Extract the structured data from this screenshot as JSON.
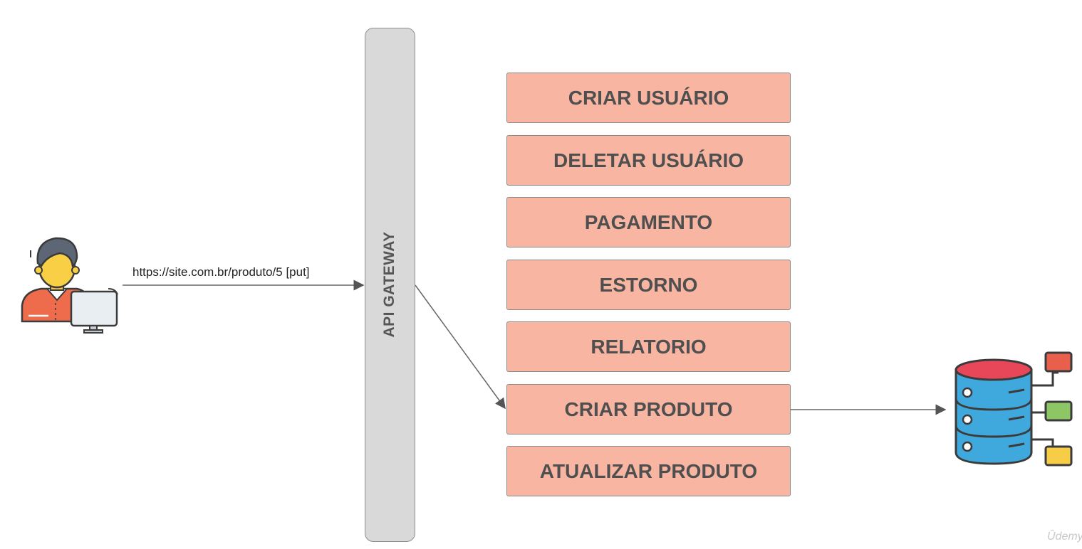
{
  "gateway": {
    "label": "API GATEWAY"
  },
  "request": {
    "url_label": "https://site.com.br/produto/5 [put]"
  },
  "services": [
    "CRIAR USUÁRIO",
    "DELETAR USUÁRIO",
    "PAGAMENTO",
    "ESTORNO",
    "RELATORIO",
    "CRIAR PRODUTO",
    "ATUALIZAR PRODUTO"
  ],
  "watermark": "Ûdemy",
  "colors": {
    "service_fill": "#f8b6a2",
    "gateway_fill": "#d9d9d9",
    "db_body": "#3fa9dd",
    "db_top": "#e8475a",
    "node_red": "#e8604c",
    "node_green": "#8dc765",
    "node_yellow": "#f7cd48"
  },
  "icons": [
    "user-at-computer-icon",
    "database-icon"
  ]
}
